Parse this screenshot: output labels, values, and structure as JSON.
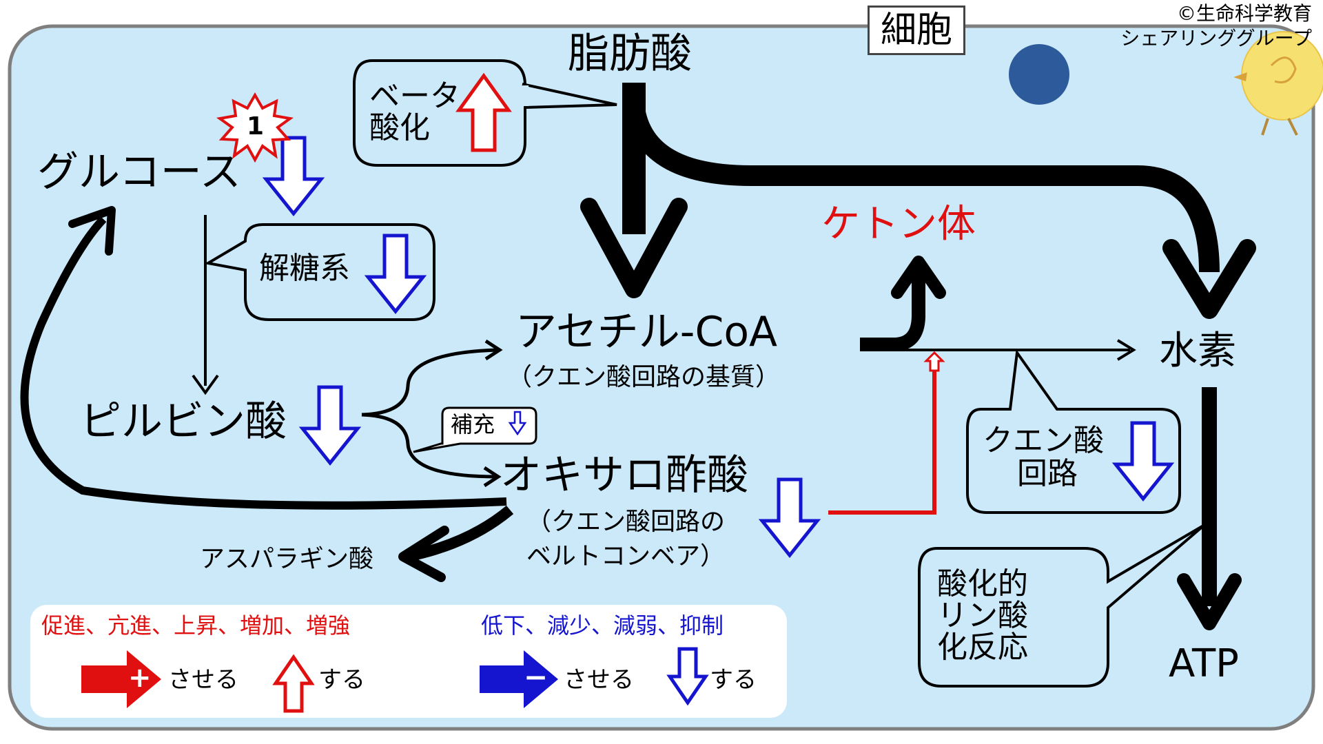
{
  "copyright": [
    "©生命科学教育",
    "シェアリンググループ"
  ],
  "cell_label": "細胞",
  "nodes": {
    "fatty_acid": "脂肪酸",
    "glucose": "グルコース",
    "pyruvate": "ピルビン酸",
    "acetyl_coa": "アセチル-CoA",
    "acetyl_coa_note": "（クエン酸回路の基質）",
    "oxaloacetate": "オキサロ酢酸",
    "oxaloacetate_note": [
      "（クエン酸回路の",
      "ベルトコンベア）"
    ],
    "aspartate": "アスパラギン酸",
    "ketone_bodies": "ケトン体",
    "hydrogen": "水素",
    "atp": "ATP"
  },
  "callouts": {
    "beta_oxidation": [
      "ベータ",
      "酸化"
    ],
    "glycolysis": "解糖系",
    "anaplerosis": "補充",
    "citric_acid_cycle": [
      "クエン酸",
      "回路"
    ],
    "oxidative_phosphorylation": [
      "酸化的",
      "リン酸",
      "化反応"
    ]
  },
  "badge": "1",
  "legend": {
    "increase_terms": "促進、亢進、上昇、増加、増強",
    "decrease_terms": "低下、減少、減弱、抑制",
    "cause_increase": "させる",
    "does_increase": "する",
    "cause_decrease": "させる",
    "does_decrease": "する",
    "plus_sign": "+",
    "minus_sign": "−"
  },
  "colors": {
    "cell_fill": "#cce9fa",
    "cell_border": "#7f7f7f",
    "increase": "#e01010",
    "decrease": "#1515d0",
    "flow": "#000000",
    "dot": "#2c5a9a",
    "chick": "#f6e070"
  }
}
